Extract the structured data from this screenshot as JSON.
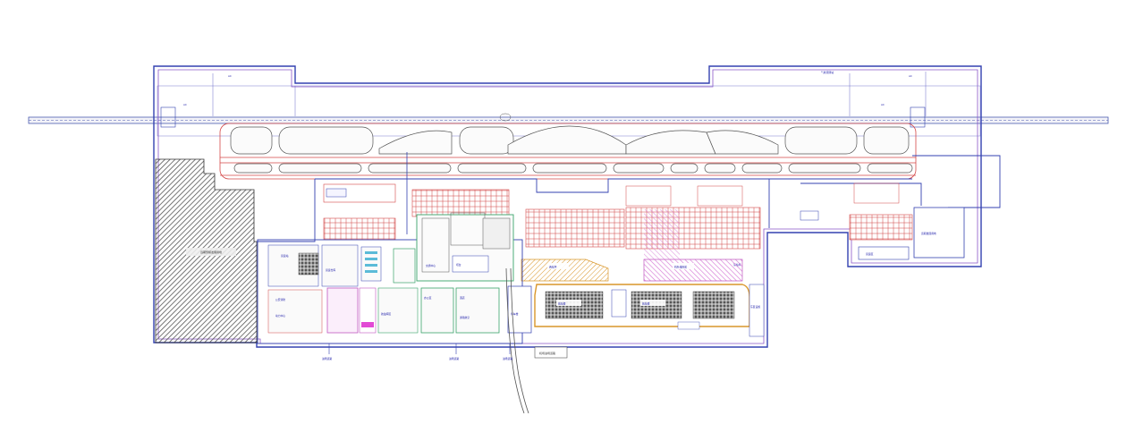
{
  "drawing": {
    "labels": {
      "north_apron_left": "AC",
      "north_apron_right": "AC",
      "runway_mid_left": "AC",
      "runway_mid_right": "AC",
      "top_right_note": "气象观测站",
      "gray_area": "远期预留发展用地",
      "fuel_zone": "航油库区",
      "cargo_left": "货运区",
      "cargo_label_1": "货运站",
      "cargo_label_2": "货运仓库",
      "police": "公安消防",
      "power": "动力中心",
      "gen_aviation": "通用航空",
      "terminal_left": "航站楼",
      "terminal_right": "航站楼",
      "parking": "停车楼",
      "gtc": "交通中心",
      "hotel": "酒店",
      "office": "办公区",
      "tower": "塔台",
      "apron_west": "西站坪",
      "apron_east": "东站坪",
      "maint_hangar": "机务维修区",
      "east_facility": "东区设施",
      "east_reserve": "远期发展用地",
      "road_a": "进场道路",
      "road_b": "进场道路",
      "road_c": "进场道路",
      "entrance_box": "机场进场道路"
    }
  }
}
